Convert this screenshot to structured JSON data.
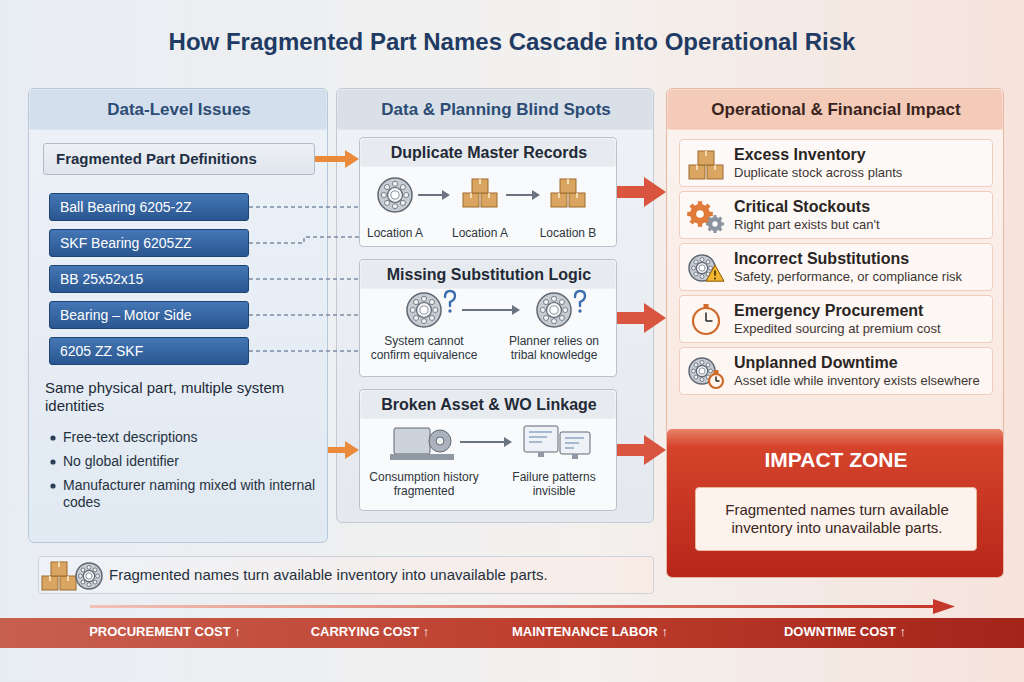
{
  "diagram": {
    "title": "How Fragmented Part Names Cascade into Operational Risk",
    "nodes": [
      {
        "text": [
          "Data-Level Issues",
          "Same physical part, multiple system identities",
          "Free-text descriptions",
          "No global identifier",
          "Manufacturer naming mixed with internal codes"
        ]
      },
      {
        "text": [
          "Fragmented Part Definitions"
        ],
        "in": 0
      },
      {
        "text": [
          "Ball Bearing 6205-2Z"
        ],
        "in": 0
      },
      {
        "text": [
          "SKF Bearing 6205ZZ"
        ],
        "in": 0
      },
      {
        "text": [
          "BB 25x52x15"
        ],
        "in": 0
      },
      {
        "text": [
          "Bearing – Motor Side"
        ],
        "in": 0
      },
      {
        "text": [
          "6205 ZZ SKF"
        ],
        "in": 0
      },
      {
        "text": [
          "Data & Planning Blind Spots"
        ]
      },
      {
        "text": [
          "Duplicate Master Records",
          "Location A",
          "Location A",
          "Location B"
        ],
        "in": 7
      },
      {
        "text": [
          "Missing Substitution Logic",
          "System cannot confirm equivalence",
          "Planner relies on tribal knowledge"
        ],
        "in": 7
      },
      {
        "text": [
          "Broken Asset & WO Linkage",
          "Consumption history fragmented",
          "Failure patterns invisible"
        ],
        "in": 7
      },
      {
        "text": [
          "Operational & Financial Impact",
          "IMPACT ZONE"
        ]
      },
      {
        "text": [
          "Excess Inventory",
          "Duplicate stock across plants"
        ],
        "in": 11
      },
      {
        "text": [
          "Critical Stockouts",
          "Right part exists but can't"
        ],
        "in": 11
      },
      {
        "text": [
          "Incorrect Substitutions",
          "Safety, performance, or compliance risk"
        ],
        "in": 11
      },
      {
        "text": [
          "Emergency Procurement",
          "Expedited sourcing at premium cost"
        ],
        "in": 11
      },
      {
        "text": [
          "Unplanned Downtime",
          "Asset idle while inventory exists elsewhere"
        ],
        "in": 11
      },
      {
        "text": [
          "Fragmented names turn available inventory into unavailable parts."
        ],
        "in": 11
      },
      {
        "text": [
          "Fragmented names turn available inventory into unavailable parts."
        ]
      },
      {
        "text": [
          "PROCUREMENT COST ↑",
          "CARRYING COST ↑",
          "MAINTENANCE LABOR ↑",
          "DOWNTIME COST ↑"
        ]
      }
    ],
    "edges": [
      {
        "from": 1,
        "to": 8,
        "arrow": "to"
      },
      {
        "from": 0,
        "to": 10,
        "arrow": "to"
      },
      {
        "from": 2,
        "to": 8,
        "arrow": "none"
      },
      {
        "from": 3,
        "to": 8,
        "arrow": "none"
      },
      {
        "from": 4,
        "to": 9,
        "arrow": "none"
      },
      {
        "from": 5,
        "to": 9,
        "arrow": "none"
      },
      {
        "from": 6,
        "to": 9,
        "arrow": "none"
      },
      {
        "from": 8,
        "to": 11,
        "arrow": "to"
      },
      {
        "from": 9,
        "to": 11,
        "arrow": "to"
      },
      {
        "from": 10,
        "to": 11,
        "arrow": "to"
      }
    ]
  }
}
